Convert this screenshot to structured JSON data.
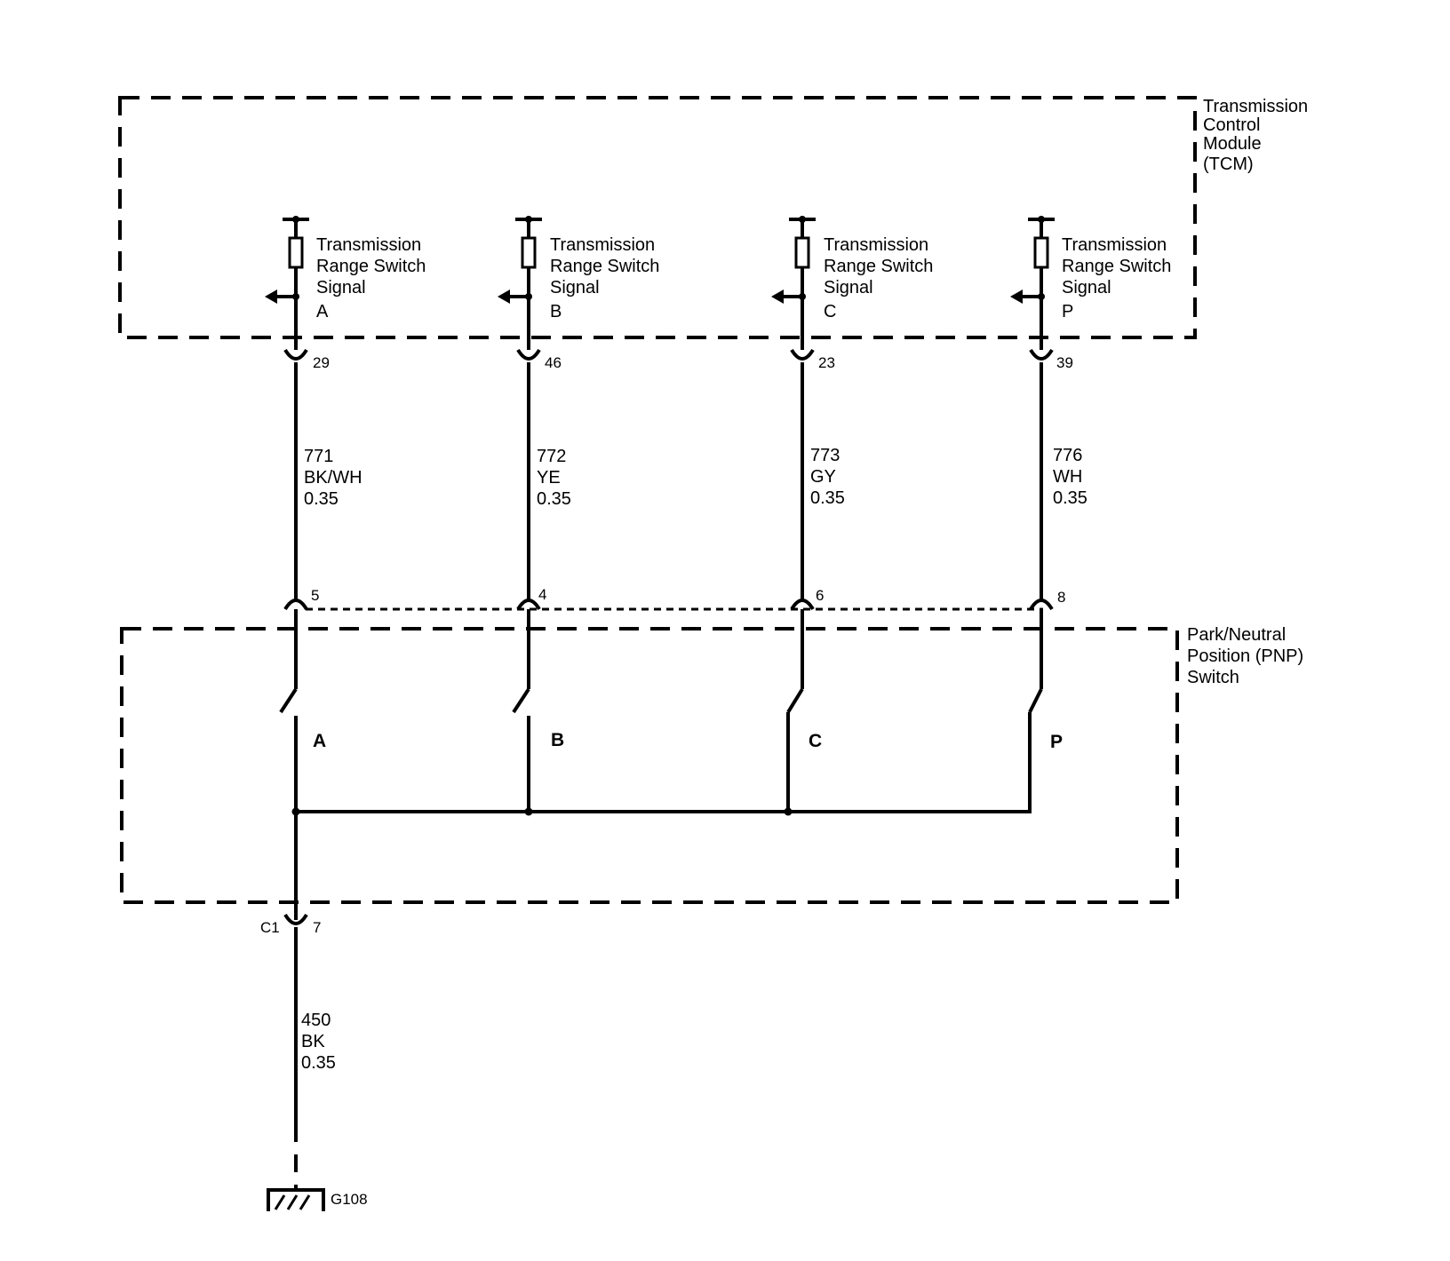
{
  "tcm": {
    "label": [
      "Transmission",
      "Control",
      "Module",
      "(TCM)"
    ]
  },
  "pnp": {
    "label": [
      "Park/Neutral",
      "Position (PNP)",
      "Switch"
    ]
  },
  "channels": [
    {
      "signal": [
        "Transmission",
        "Range Switch",
        "Signal",
        "A"
      ],
      "tcm_pin": "29",
      "wire": [
        "771",
        "BK/WH",
        "0.35"
      ],
      "pnp_pin": "5",
      "switch": "A"
    },
    {
      "signal": [
        "Transmission",
        "Range Switch",
        "Signal",
        "B"
      ],
      "tcm_pin": "46",
      "wire": [
        "772",
        "YE",
        "0.35"
      ],
      "pnp_pin": "4",
      "switch": "B"
    },
    {
      "signal": [
        "Transmission",
        "Range Switch",
        "Signal",
        "C"
      ],
      "tcm_pin": "23",
      "wire": [
        "773",
        "GY",
        "0.35"
      ],
      "pnp_pin": "6",
      "switch": "C"
    },
    {
      "signal": [
        "Transmission",
        "Range Switch",
        "Signal",
        "P"
      ],
      "tcm_pin": "39",
      "wire": [
        "776",
        "WH",
        "0.35"
      ],
      "pnp_pin": "8",
      "switch": "P"
    }
  ],
  "ground_connector": {
    "name": "C1",
    "pin": "7"
  },
  "ground_wire": [
    "450",
    "BK",
    "0.35"
  ],
  "ground": {
    "label": "G108"
  }
}
